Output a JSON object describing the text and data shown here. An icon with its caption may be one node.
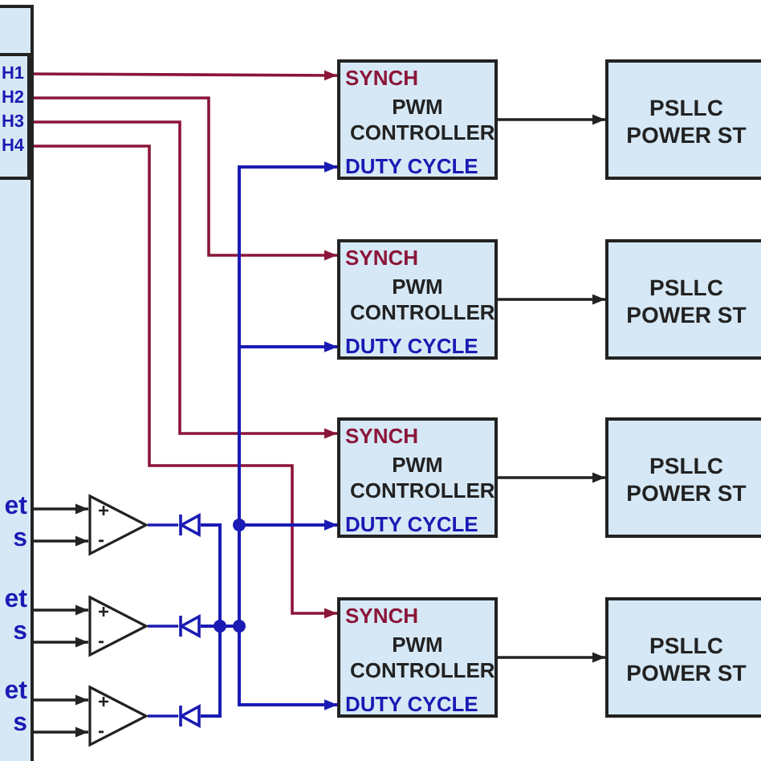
{
  "diagram": {
    "nodes": [
      {
        "text": [
          "et s",
          "et s",
          "et s"
        ]
      },
      {
        "text": [],
        "shape": "box",
        "in": 0
      },
      {
        "text": [
          "H1"
        ],
        "in": 1
      },
      {
        "text": [
          "H2"
        ],
        "in": 1
      },
      {
        "text": [
          "H3"
        ],
        "in": 1
      },
      {
        "text": [
          "H4"
        ],
        "in": 1
      },
      {
        "text": [
          "SYNCH",
          "PWM CONTROLLER",
          "DUTY CYCLE"
        ]
      },
      {
        "text": [
          "PSLLC",
          "POWER ST"
        ]
      },
      {
        "text": [
          "SYNCH",
          "PWM CONTROLLER",
          "DUTY CYCLE"
        ]
      },
      {
        "text": [
          "PSLLC",
          "POWER ST"
        ]
      },
      {
        "text": [
          "SYNCH",
          "PWM CONTROLLER",
          "DUTY CYCLE"
        ]
      },
      {
        "text": [
          "PSLLC",
          "POWER ST"
        ]
      },
      {
        "text": [
          "SYNCH",
          "PWM CONTROLLER",
          "DUTY CYCLE"
        ]
      },
      {
        "text": [
          "PSLLC",
          "POWER ST"
        ]
      },
      {
        "text": [
          "+",
          "-"
        ]
      },
      {
        "text": [],
        "shape": "diode"
      },
      {
        "text": [
          "+",
          "-"
        ]
      },
      {
        "text": [],
        "shape": "diode"
      },
      {
        "text": [
          "+",
          "-"
        ]
      },
      {
        "text": [],
        "shape": "diode"
      }
    ],
    "edges": [
      {
        "from": 2,
        "to": 6,
        "arrow": "to",
        "color": "#8b1538"
      },
      {
        "from": 3,
        "to": 8,
        "arrow": "to",
        "color": "#8b1538"
      },
      {
        "from": 4,
        "to": 10,
        "arrow": "to",
        "color": "#8b1538"
      },
      {
        "from": 5,
        "to": 12,
        "arrow": "to",
        "color": "#8b1538"
      },
      {
        "from": 6,
        "to": 7,
        "arrow": "to",
        "color": "#222222"
      },
      {
        "from": 8,
        "to": 9,
        "arrow": "to",
        "color": "#222222"
      },
      {
        "from": 10,
        "to": 11,
        "arrow": "to",
        "color": "#222222"
      },
      {
        "from": 12,
        "to": 13,
        "arrow": "to",
        "color": "#222222"
      },
      {
        "from": 0,
        "to": 14,
        "arrow": "to",
        "color": "#222222"
      },
      {
        "from": 0,
        "to": 14,
        "arrow": "to",
        "color": "#222222"
      },
      {
        "from": 0,
        "to": 16,
        "arrow": "to",
        "color": "#222222"
      },
      {
        "from": 0,
        "to": 16,
        "arrow": "to",
        "color": "#222222"
      },
      {
        "from": 0,
        "to": 18,
        "arrow": "to",
        "color": "#222222"
      },
      {
        "from": 0,
        "to": 18,
        "arrow": "to",
        "color": "#222222"
      },
      {
        "from": 14,
        "to": 15,
        "arrow": "none",
        "color": "#1a1ab4"
      },
      {
        "from": 16,
        "to": 17,
        "arrow": "none",
        "color": "#1a1ab4"
      },
      {
        "from": 18,
        "to": 19,
        "arrow": "none",
        "color": "#1a1ab4"
      },
      {
        "from": 15,
        "to": 6,
        "arrow": "to",
        "color": "#1a1ab4"
      },
      {
        "from": 15,
        "to": 8,
        "arrow": "to",
        "color": "#1a1ab4"
      },
      {
        "from": 15,
        "to": 10,
        "arrow": "to",
        "color": "#1a1ab4"
      },
      {
        "from": 15,
        "to": 12,
        "arrow": "to",
        "color": "#1a1ab4"
      },
      {
        "from": 17,
        "to": 6,
        "arrow": "to",
        "color": "#1a1ab4"
      },
      {
        "from": 17,
        "to": 8,
        "arrow": "to",
        "color": "#1a1ab4"
      },
      {
        "from": 17,
        "to": 10,
        "arrow": "to",
        "color": "#1a1ab4"
      },
      {
        "from": 17,
        "to": 12,
        "arrow": "to",
        "color": "#1a1ab4"
      },
      {
        "from": 19,
        "to": 6,
        "arrow": "to",
        "color": "#1a1ab4"
      },
      {
        "from": 19,
        "to": 8,
        "arrow": "to",
        "color": "#1a1ab4"
      },
      {
        "from": 19,
        "to": 10,
        "arrow": "to",
        "color": "#1a1ab4"
      },
      {
        "from": 19,
        "to": 12,
        "arrow": "to",
        "color": "#1a1ab4"
      }
    ]
  }
}
